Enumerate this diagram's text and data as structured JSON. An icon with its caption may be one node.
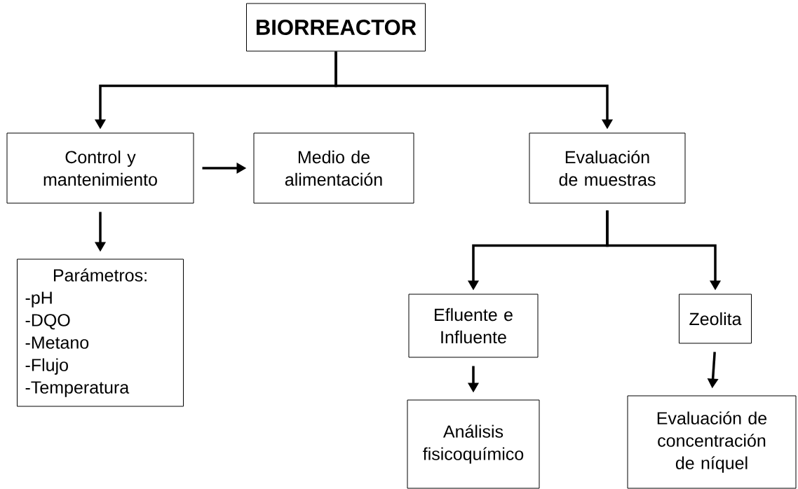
{
  "diagram": {
    "nodes": [
      {
        "text": [
          "BIORREACTOR"
        ]
      },
      {
        "text": [
          "Control y mantenimiento"
        ]
      },
      {
        "text": [
          "Medio de alimentación"
        ]
      },
      {
        "text": [
          "Evaluación de muestras"
        ]
      },
      {
        "text": [
          "Parámetros:",
          "-pH",
          "-DQO",
          "-Metano",
          "-Flujo",
          "-Temperatura"
        ]
      },
      {
        "text": [
          "Efluente e Influente"
        ]
      },
      {
        "text": [
          "Zeolita"
        ]
      },
      {
        "text": [
          "Análisis fisicoquímico"
        ]
      },
      {
        "text": [
          "Evaluación de concentración de níquel"
        ]
      }
    ],
    "edges": [
      {
        "from": 0,
        "to": 1,
        "arrow": "to"
      },
      {
        "from": 0,
        "to": 3,
        "arrow": "to"
      },
      {
        "from": 1,
        "to": 2,
        "arrow": "to"
      },
      {
        "from": 1,
        "to": 4,
        "arrow": "to"
      },
      {
        "from": 3,
        "to": 5,
        "arrow": "to"
      },
      {
        "from": 3,
        "to": 6,
        "arrow": "to"
      },
      {
        "from": 5,
        "to": 7,
        "arrow": "to"
      },
      {
        "from": 6,
        "to": 8,
        "arrow": "to"
      }
    ]
  }
}
